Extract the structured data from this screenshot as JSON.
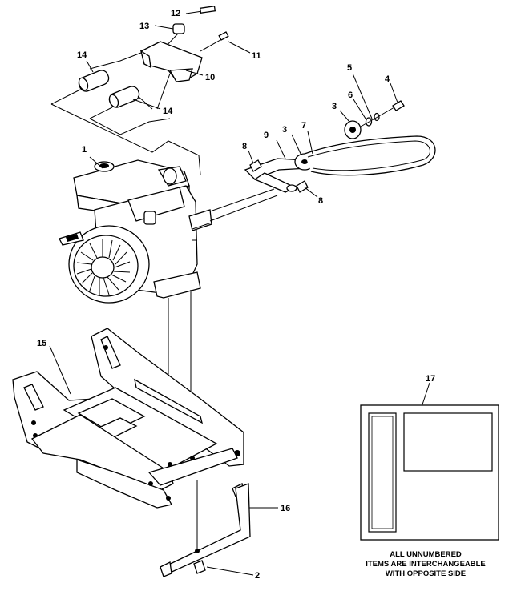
{
  "callouts": {
    "c1": "1",
    "c2": "2",
    "c3a": "3",
    "c3b": "3",
    "c4": "4",
    "c5": "5",
    "c6": "6",
    "c7": "7",
    "c8a": "8",
    "c8b": "8",
    "c9": "9",
    "c10": "10",
    "c11": "11",
    "c12": "12",
    "c13": "13",
    "c14a": "14",
    "c14b": "14",
    "c15": "15",
    "c16": "16",
    "c17": "17"
  },
  "note": {
    "line1": "ALL UNNUMBERED",
    "line2": "ITEMS ARE INTERCHANGEABLE",
    "line3": "WITH OPPOSITE SIDE"
  }
}
